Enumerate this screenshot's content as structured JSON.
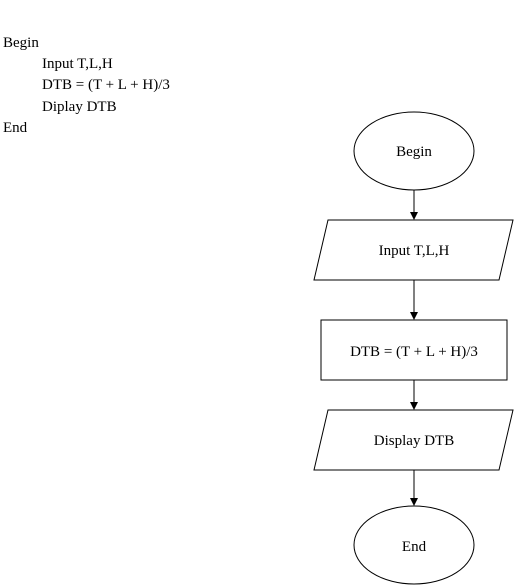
{
  "pseudocode": {
    "begin": "Begin",
    "input": "Input T,L,H",
    "compute": "DTB = (T + L + H)/3",
    "display": "Diplay DTB",
    "end": "End"
  },
  "flowchart": {
    "start_label": "Begin",
    "input_label": "Input T,L,H",
    "process_label": "DTB = (T + L + H)/3",
    "output_label": "Display DTB",
    "end_label": "End"
  }
}
